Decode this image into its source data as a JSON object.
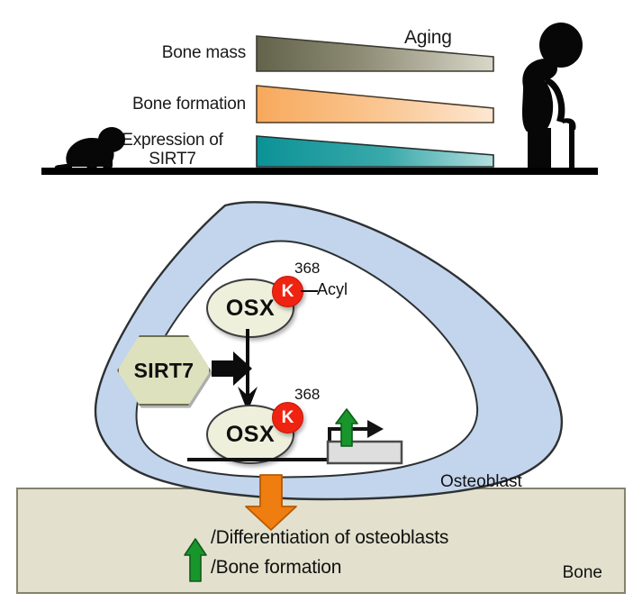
{
  "aging_panel": {
    "aging_label": "Aging",
    "bars": [
      {
        "label": "Bone mass",
        "color_start": "#6b6a4e",
        "color_end": "#d6d4c2"
      },
      {
        "label": "Bone formation",
        "color_start": "#f7a95c",
        "color_end": "#fde3c9"
      },
      {
        "label": "Expression of\nSIRT7",
        "color_start": "#0d9599",
        "color_end": "#a9dcdc"
      }
    ],
    "infant_icon": "crawling-baby-silhouette",
    "elder_icon": "elderly-person-with-cane-silhouette"
  },
  "cell_panel": {
    "osteoblast_label": "Osteoblast",
    "bone_label": "Bone",
    "cell_fill": "#c3d5ec",
    "nucleus_fill": "#ffffff",
    "bone_fill": "#e3e1cd",
    "enzyme": {
      "name": "SIRT7",
      "shape": "hexagon",
      "fill": "#dde1bd"
    },
    "osx_top": {
      "name": "OSX",
      "residue_letter": "K",
      "residue_number": "368",
      "modification": "Acyl",
      "residue_color": "#f02311"
    },
    "osx_bottom": {
      "name": "OSX",
      "residue_letter": "K",
      "residue_number": "368",
      "residue_color": "#f02311"
    },
    "deacetylation_arrow": "black-down-arrow",
    "activation_arrow": "black-right-arrow",
    "transcription_arrow": "green-up-arrow",
    "gene_box": "target-gene-box",
    "secretion_arrow": "orange-down-arrow",
    "outcome_arrow": "green-up-arrow",
    "outcomes": [
      "/Differentiation of osteoblasts",
      "/Bone formation"
    ]
  },
  "colors": {
    "orange_arrow": "#f07d0f",
    "green_arrow": "#18962b",
    "red_residue": "#f02311",
    "cell_blue": "#c3d5ec",
    "bone_beige": "#e3e1cd"
  }
}
